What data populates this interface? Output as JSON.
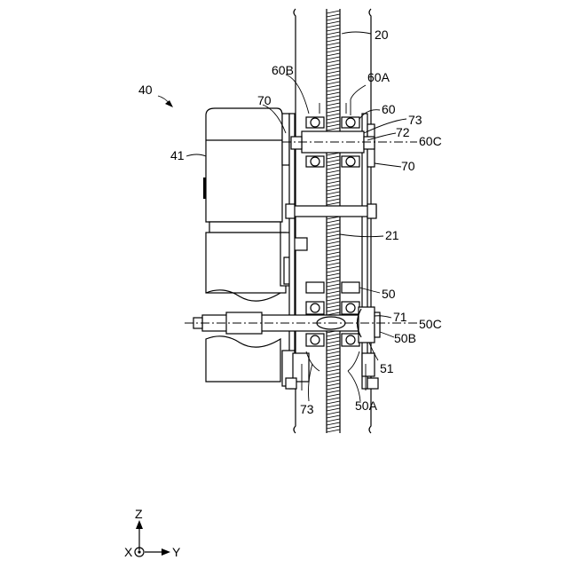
{
  "labels": {
    "l20": "20",
    "l40": "40",
    "l41": "41",
    "l60B": "60B",
    "l60A": "60A",
    "l60": "60",
    "l70_top": "70",
    "l73_top": "73",
    "l72": "72",
    "l60C": "60C",
    "l70_right": "70",
    "l21": "21",
    "l50": "50",
    "l71": "71",
    "l50C": "50C",
    "l50B": "50B",
    "l51": "51",
    "l73_bottom": "73",
    "l50A": "50A"
  },
  "axes": {
    "z": "Z",
    "x": "X",
    "y": "Y"
  }
}
